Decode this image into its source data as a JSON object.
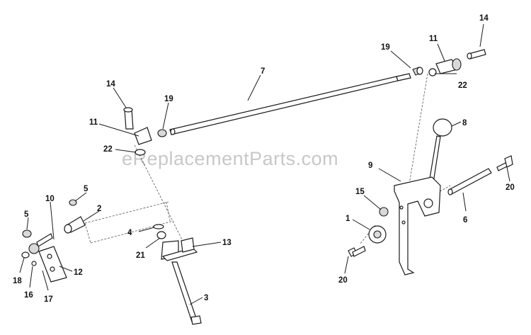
{
  "diagram": {
    "watermark": "eReplacementParts.com",
    "callouts": [
      "14",
      "11",
      "19",
      "7",
      "19",
      "11",
      "14",
      "22",
      "22",
      "8",
      "9",
      "20",
      "5",
      "10",
      "2",
      "5",
      "15",
      "4",
      "13",
      "1",
      "6",
      "21",
      "18",
      "12",
      "16",
      "17",
      "3",
      "20"
    ]
  }
}
